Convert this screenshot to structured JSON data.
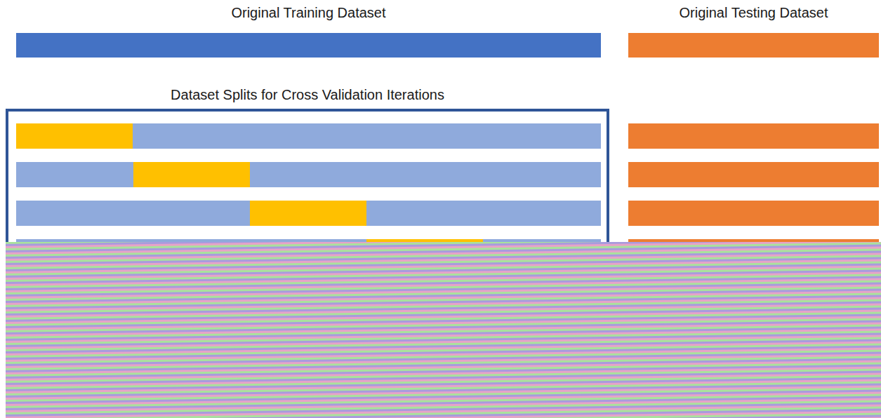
{
  "diagram": {
    "nodes": [
      {
        "text": [
          "Original Training Dataset"
        ]
      },
      {
        "text": [
          "Original Testing Dataset"
        ]
      },
      {
        "text": [
          "Dataset Splits for Cross Validation Iterations"
        ]
      }
    ]
  }
}
